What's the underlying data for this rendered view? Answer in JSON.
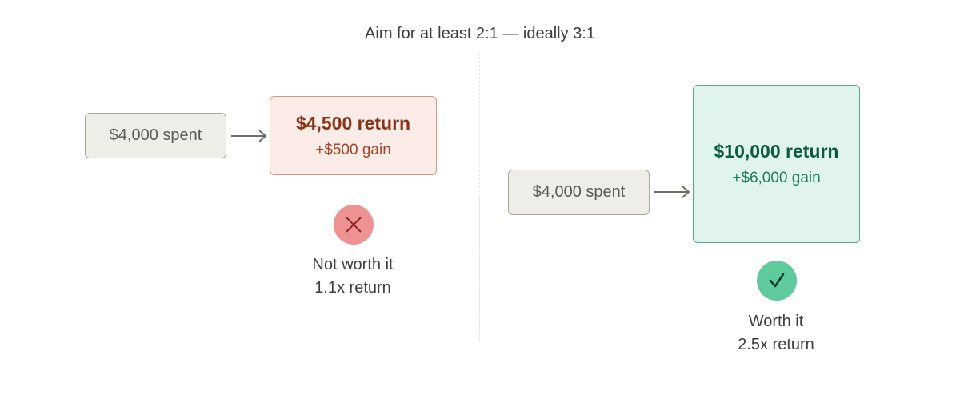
{
  "title": "Aim for at least 2:1 — ideally 3:1",
  "left": {
    "spent": "$4,000 spent",
    "return": "$4,500 return",
    "gain": "+$500 gain",
    "verdict": "Not worth it",
    "multiple": "1.1x return",
    "badge_icon": "x-icon",
    "colors": {
      "fill": "#fbece7",
      "border": "#d7987f",
      "text": "#8a3319",
      "badge": "#ee9293"
    }
  },
  "right": {
    "spent": "$4,000 spent",
    "return": "$10,000 return",
    "gain": "+$6,000 gain",
    "verdict": "Worth it",
    "multiple": "2.5x return",
    "badge_icon": "check-icon",
    "colors": {
      "fill": "#e1f4ec",
      "border": "#55a985",
      "text": "#0d5b40",
      "badge": "#5fcb9c"
    }
  }
}
